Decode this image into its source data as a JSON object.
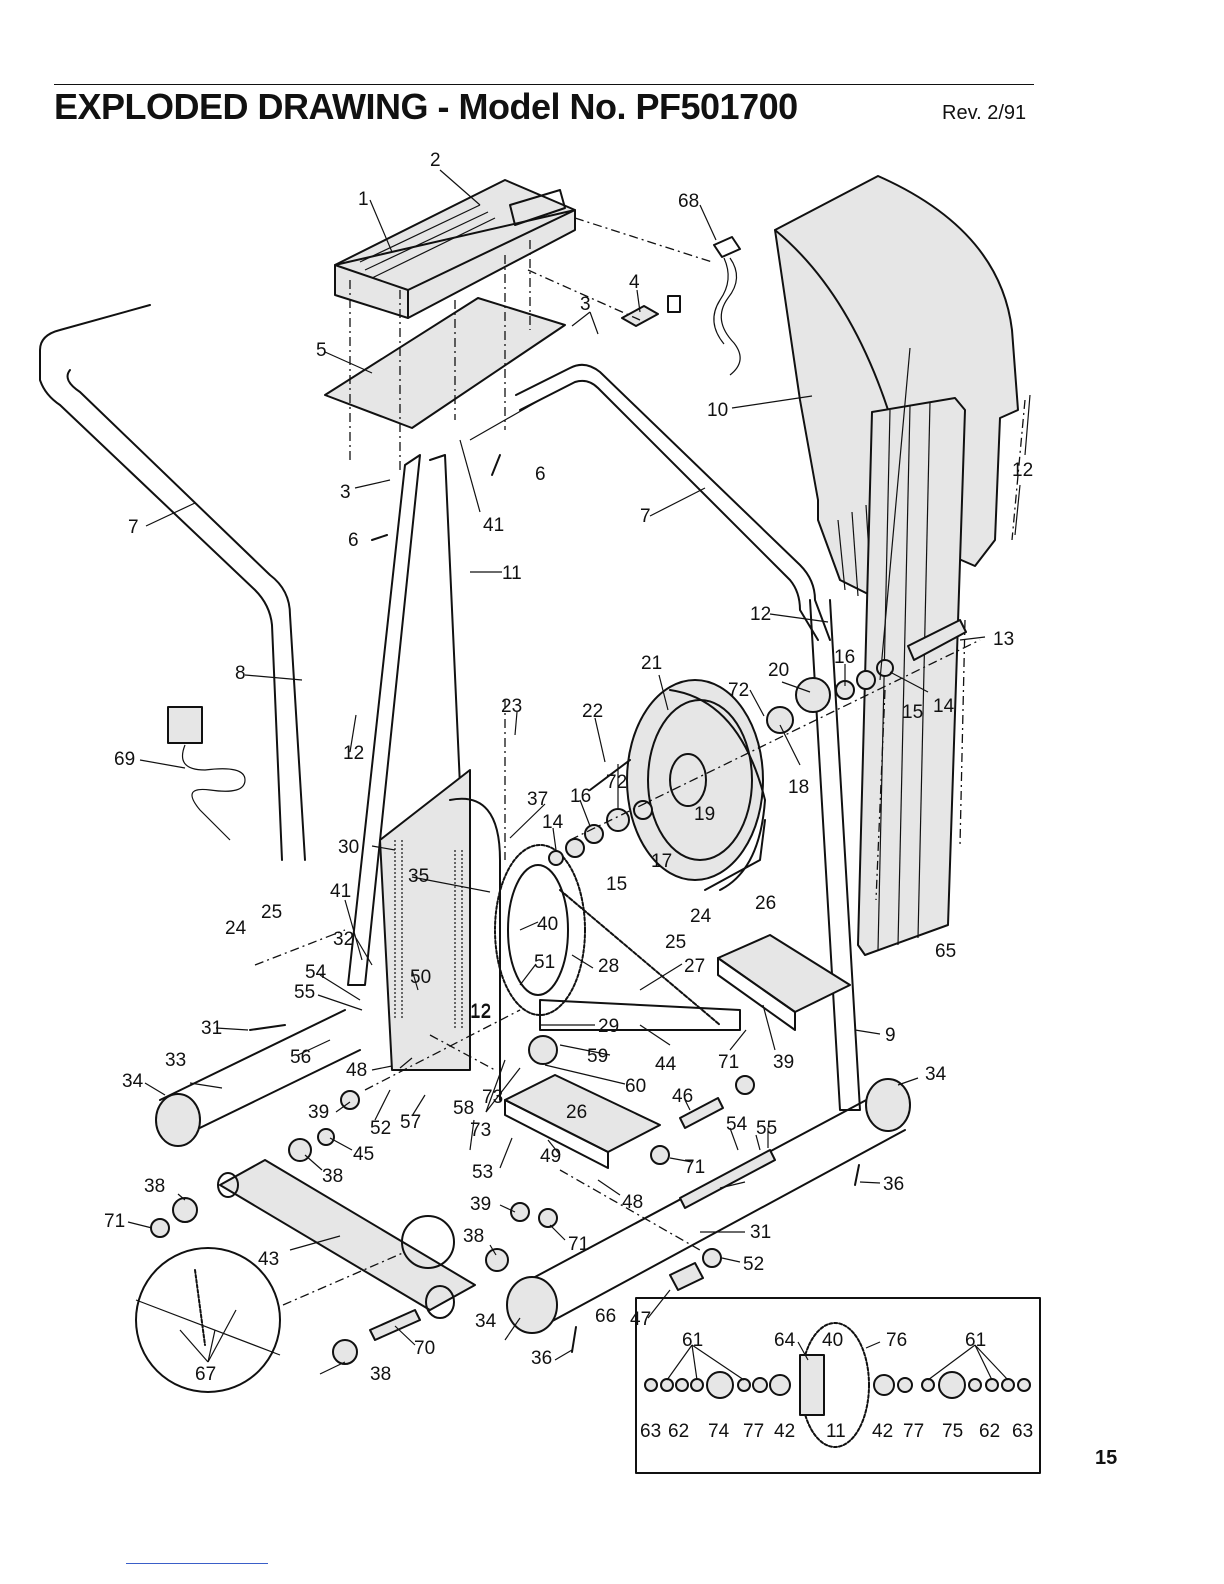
{
  "page": {
    "title": "EXPLODED DRAWING - Model No. PF501700",
    "revision": "Rev. 2/91",
    "page_number": "15"
  },
  "callouts": [
    "1",
    "2",
    "3",
    "3",
    "4",
    "5",
    "6",
    "6",
    "7",
    "7",
    "8",
    "9",
    "10",
    "11",
    "12",
    "12",
    "12",
    "12",
    "13",
    "14",
    "14",
    "15",
    "15",
    "16",
    "16",
    "17",
    "18",
    "19",
    "20",
    "21",
    "22",
    "23",
    "24",
    "24",
    "25",
    "25",
    "26",
    "26",
    "27",
    "28",
    "29",
    "30",
    "31",
    "31",
    "32",
    "33",
    "34",
    "34",
    "34",
    "35",
    "36",
    "36",
    "37",
    "38",
    "38",
    "38",
    "38",
    "39",
    "39",
    "39",
    "40",
    "41",
    "41",
    "43",
    "44",
    "45",
    "46",
    "47",
    "48",
    "48",
    "49",
    "50",
    "51",
    "52",
    "52",
    "53",
    "54",
    "54",
    "55",
    "55",
    "56",
    "57",
    "58",
    "59",
    "60",
    "65",
    "66",
    "67",
    "68",
    "69",
    "70",
    "71",
    "71",
    "71",
    "71",
    "72",
    "72",
    "73",
    "73",
    "12"
  ],
  "inset_top_labels": [
    "61",
    "64",
    "40",
    "76",
    "61"
  ],
  "inset_bottom_labels": [
    "63",
    "62",
    "74",
    "77",
    "42",
    "11",
    "42",
    "77",
    "75",
    "62",
    "63"
  ]
}
